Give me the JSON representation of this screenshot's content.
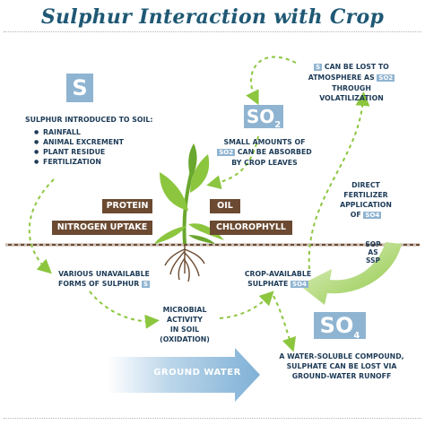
{
  "title": "Sulphur Interaction with Crop",
  "symbols": {
    "s": "S",
    "so2_main": "SO",
    "so2_sub": "2",
    "so4_main": "SO",
    "so4_sub": "4"
  },
  "chip": {
    "s": "S",
    "so2": "SO2",
    "so4": "SO4"
  },
  "soil_intro": {
    "heading": "SULPHUR INTRODUCED TO SOIL:",
    "items": [
      "RAINFALL",
      "ANIMAL EXCREMENT",
      "PLANT RESIDUE",
      "FERTILIZATION"
    ]
  },
  "volatilization": {
    "line1_post": "CAN BE LOST TO",
    "line2_pre": "ATMOSPHERE AS",
    "line2_post": "THROUGH",
    "line3": "VOLATILIZATION"
  },
  "leaves": {
    "line1": "SMALL AMOUNTS OF",
    "line2_post": "CAN BE ABSORBED",
    "line3": "BY CROP LEAVES"
  },
  "direct": {
    "line1": "DIRECT",
    "line2": "FERTILIZER",
    "line3_pre": "APPLICATION",
    "line3_post": "OF"
  },
  "labels": {
    "protein": "PROTEIN",
    "oil": "OIL",
    "nitrogen": "NITROGEN UPTAKE",
    "chlorophyll": "CHLOROPHYLL"
  },
  "arrow_text": [
    "SOP",
    "AS",
    "SSP"
  ],
  "unavailable": {
    "line1": "VARIOUS UNAVAILABLE",
    "line2": "FORMS OF SULPHUR"
  },
  "crop_available": {
    "line1": "CROP-AVAILABLE",
    "line2": "SULPHATE"
  },
  "microbial": [
    "MICROBIAL",
    "ACTIVITY",
    "IN SOIL",
    "(OXIDATION)"
  ],
  "groundwater_label": "GROUND WATER",
  "runoff": [
    "A WATER-SOLUBLE COMPOUND,",
    "SULPHATE CAN BE LOST VIA",
    "GROUND-WATER RUNOFF"
  ],
  "colors": {
    "title": "#1f5874",
    "text": "#1d3b57",
    "symbol_bg": "#8fb4d1",
    "label_bg": "#6b4a31",
    "green": "#8cc63f",
    "water": "#7fb1d6"
  }
}
